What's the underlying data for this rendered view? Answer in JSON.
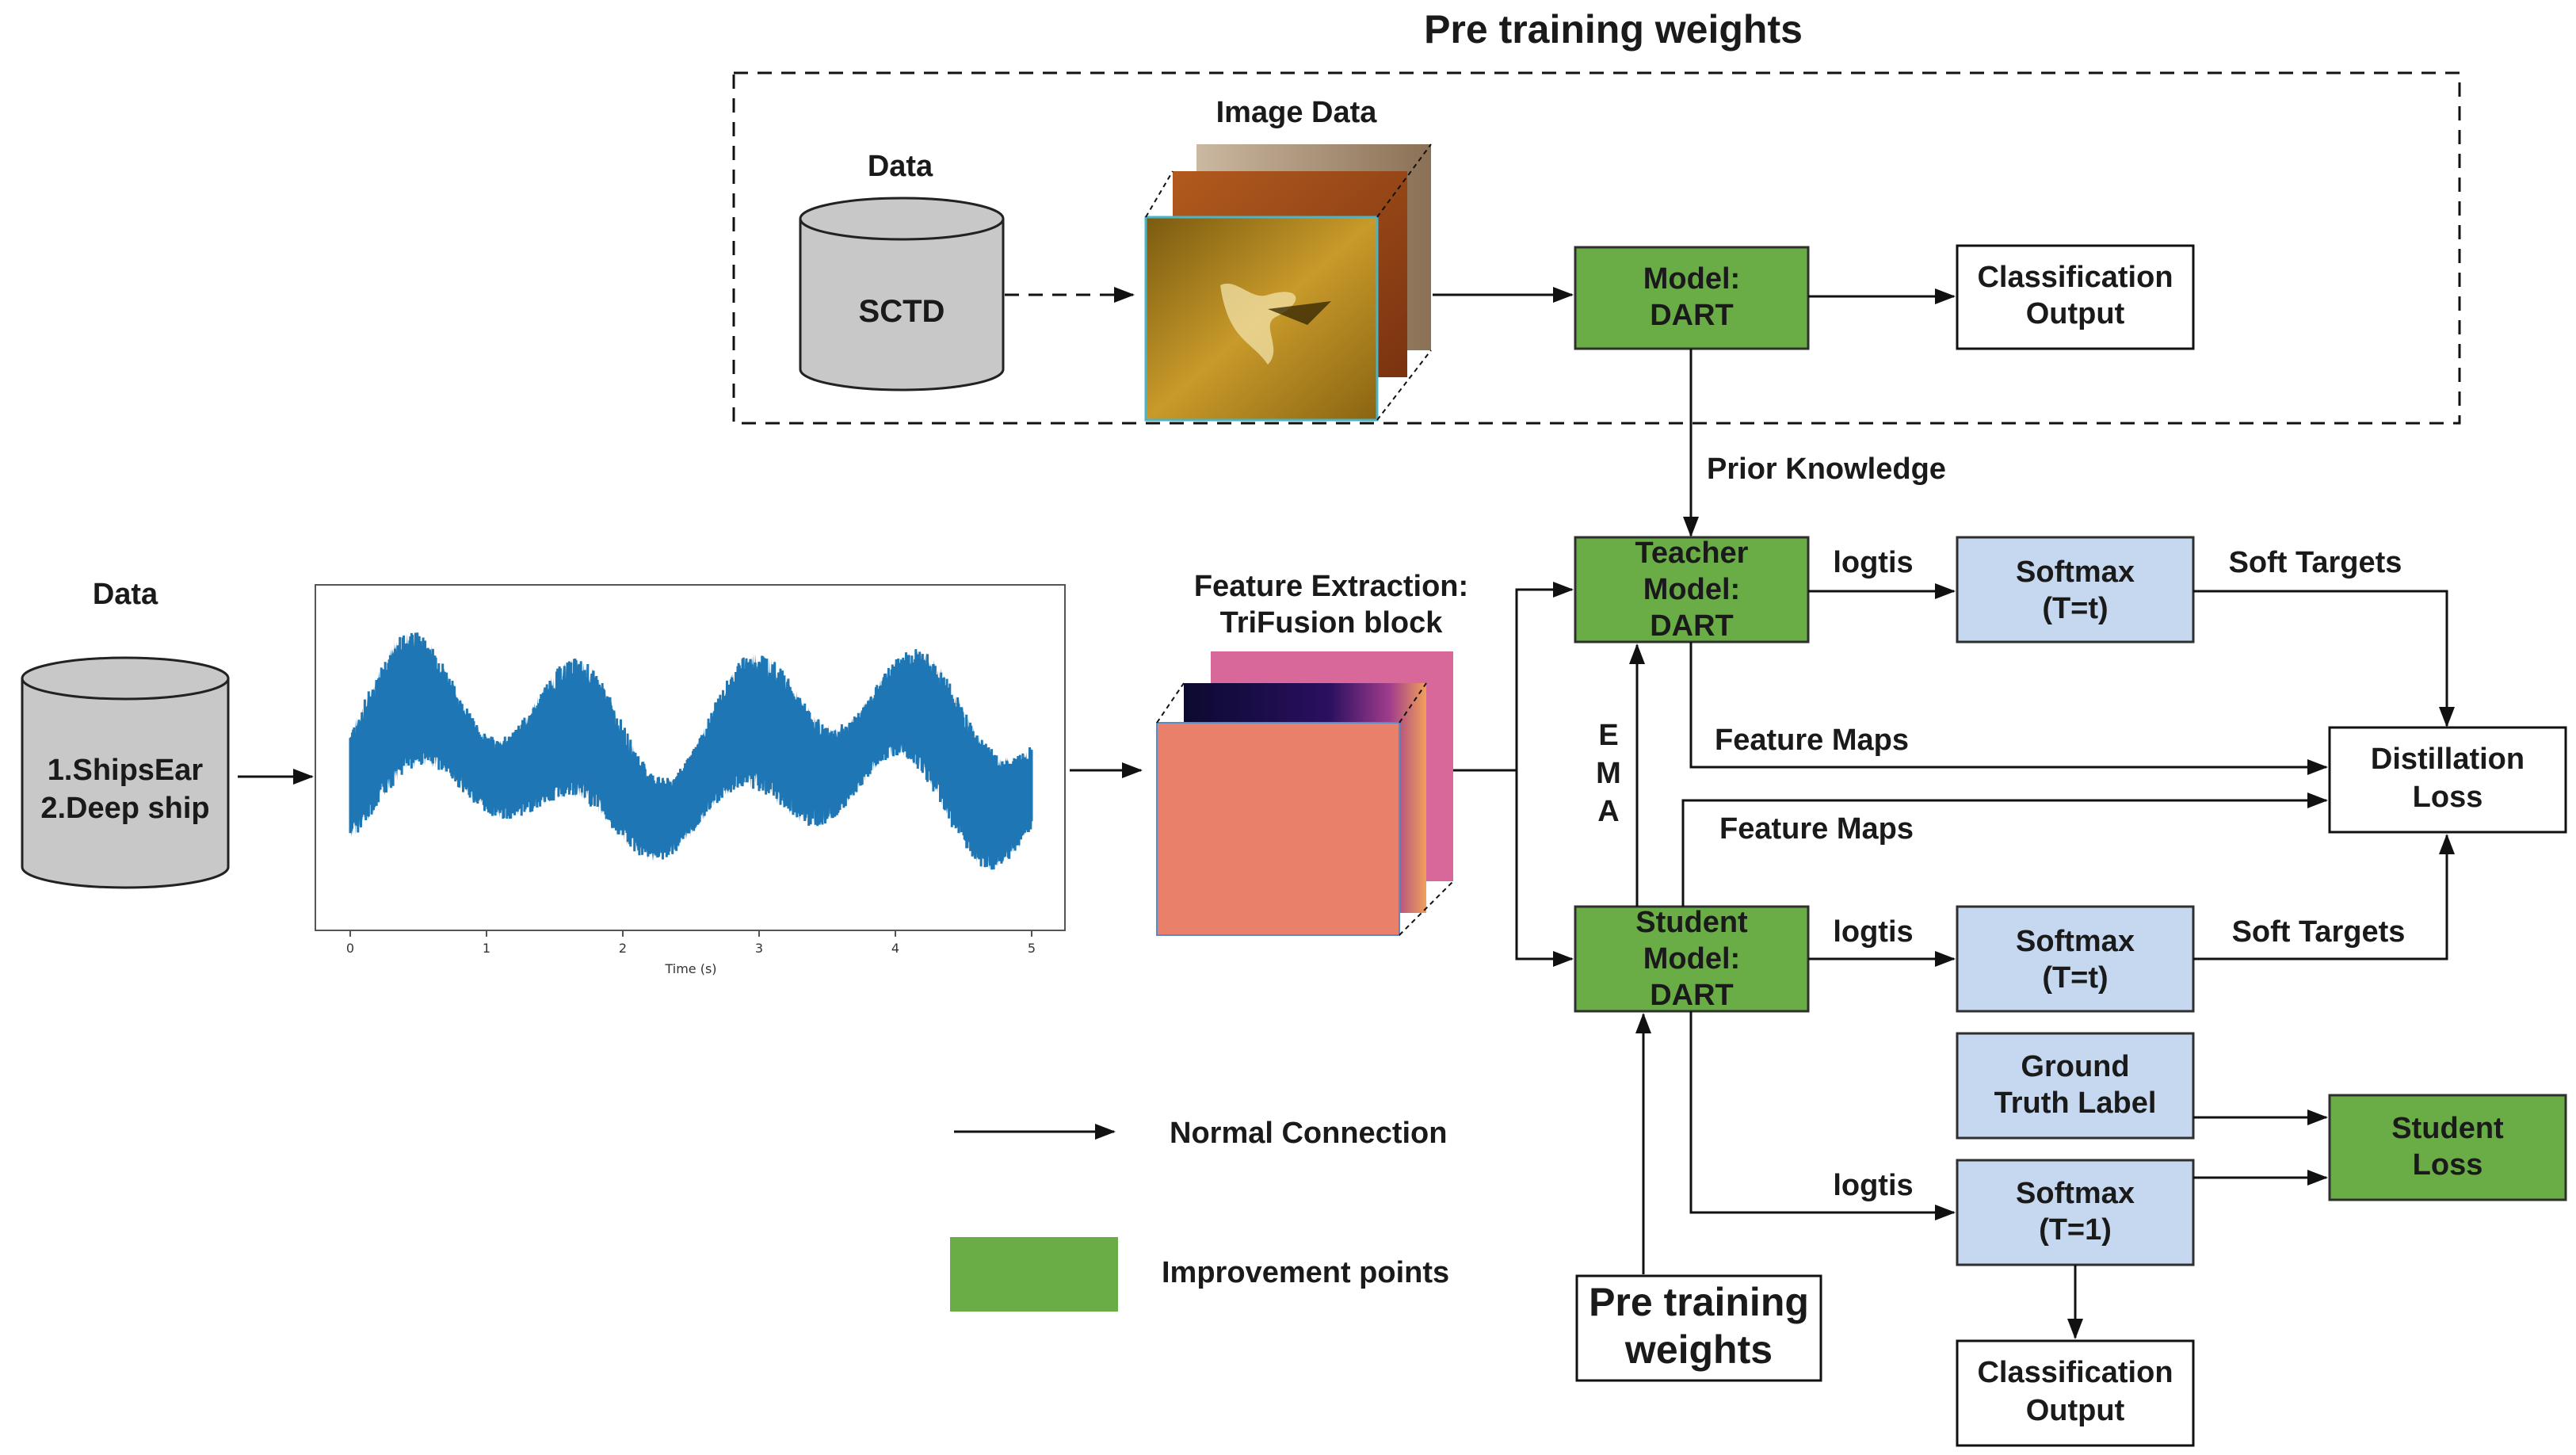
{
  "top_title": "Pre training weights",
  "image_data_label": "Image Data",
  "data_label_top": "Data",
  "sctd": "SCTD",
  "model_dart": [
    "Model:",
    "DART"
  ],
  "classification_output_top": [
    "Classification",
    "Output"
  ],
  "prior_knowledge": "Prior Knowledge",
  "data_label_left": "Data",
  "datasets": [
    "1.ShipsEar",
    "2.Deep ship"
  ],
  "waveform": {
    "x_ticks": [
      "0",
      "1",
      "2",
      "3",
      "4",
      "5"
    ],
    "x_label": "Time (s)",
    "color": "#1f77b4"
  },
  "feature_extraction": [
    "Feature Extraction:",
    "TriFusion block"
  ],
  "teacher": [
    "Teacher",
    "Model:",
    "DART"
  ],
  "student": [
    "Student",
    "Model:",
    "DART"
  ],
  "ema": [
    "E",
    "M",
    "A"
  ],
  "logtis_1": "logtis",
  "logtis_2": "logtis",
  "logtis_3": "logtis",
  "softmax_t1": [
    "Softmax",
    "(T=t)"
  ],
  "softmax_t2": [
    "Softmax",
    "(T=t)"
  ],
  "softmax_t3": [
    "Softmax",
    "(T=1)"
  ],
  "soft_targets_1": "Soft Targets",
  "soft_targets_2": "Soft Targets",
  "feature_maps_1": "Feature Maps",
  "feature_maps_2": "Feature Maps",
  "distillation_loss": [
    "Distillation",
    "Loss"
  ],
  "ground_truth": [
    "Ground",
    "Truth Label"
  ],
  "student_loss": [
    "Student",
    "Loss"
  ],
  "classification_output_bottom": [
    "Classification",
    "Output"
  ],
  "pretrain_bottom": [
    "Pre training",
    "weights"
  ],
  "legend": {
    "normal": "Normal Connection",
    "improve": "Improvement points"
  },
  "colors": {
    "green": "#6aad47",
    "blue": "#c5d8ef",
    "cylinder": "#c8c8c8"
  }
}
